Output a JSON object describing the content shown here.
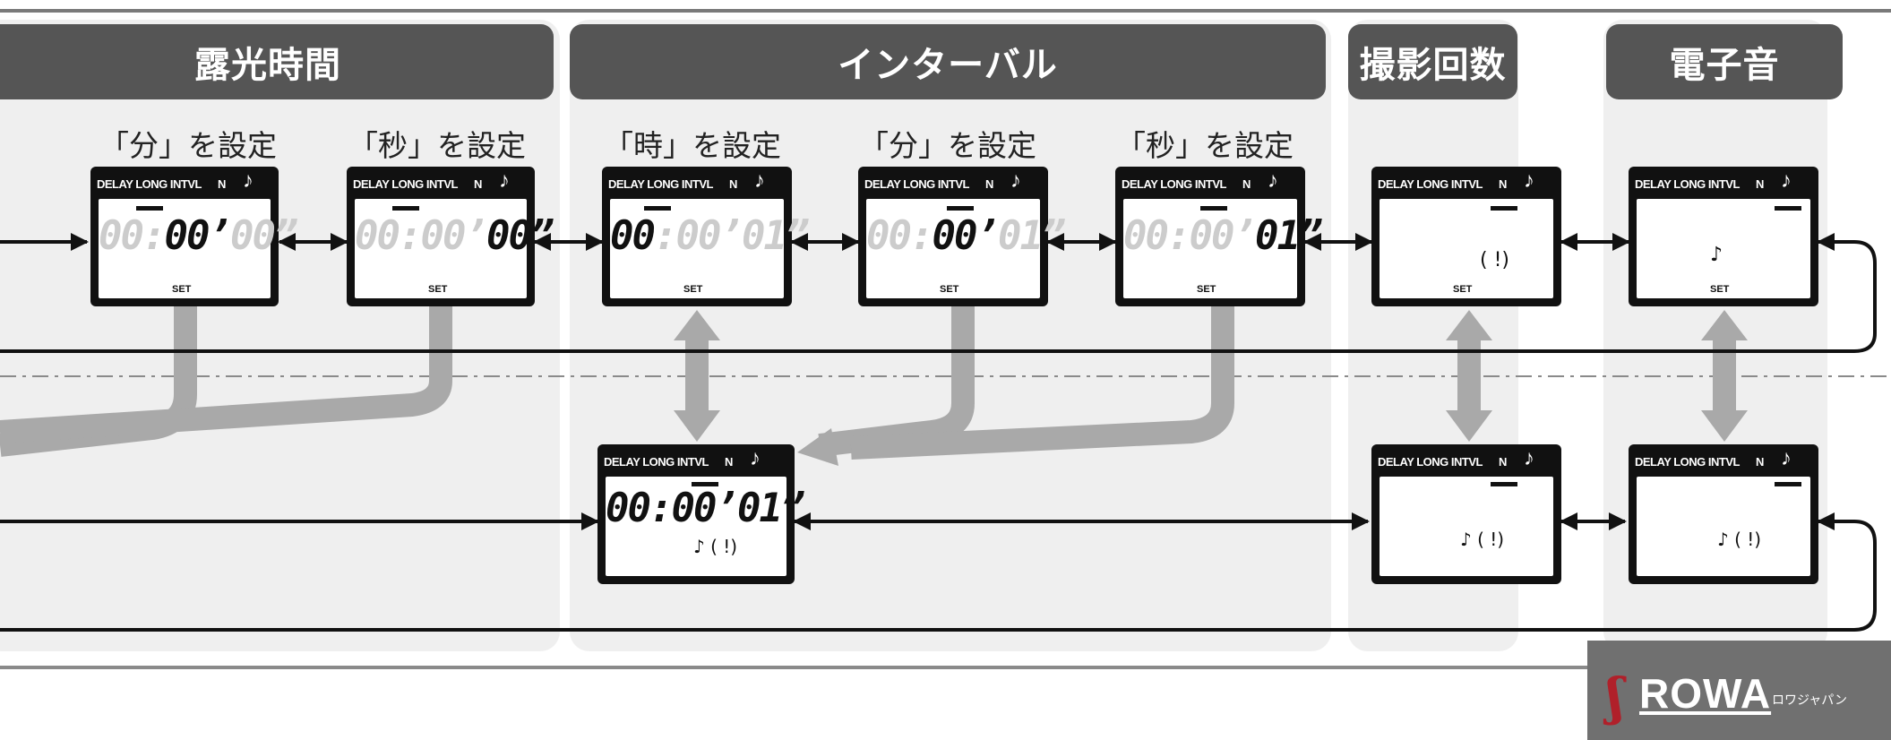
{
  "sections": {
    "exposure": {
      "title": "露光時間",
      "step_min": "「分」を設定",
      "step_sec": "「秒」を設定"
    },
    "interval": {
      "title": "インターバル",
      "step_hour": "「時」を設定",
      "step_min": "「分」を設定",
      "step_sec": "「秒」を設定"
    },
    "shots": {
      "title": "撮影回数"
    },
    "beep": {
      "title": "電子音"
    }
  },
  "lcd": {
    "status_bar": "DELAY LONG INTVL",
    "n_label": "N",
    "note_symbol": "♪",
    "set_label": "SET",
    "exp_min": {
      "d1": "00:",
      "d2": "00’",
      "d3": "00”"
    },
    "exp_sec": {
      "d1": "00:00’",
      "d2": "00”"
    },
    "int_hour": {
      "d1": "00",
      "d2": ":00’01”"
    },
    "int_min": {
      "d1": "00:",
      "d2": "00’",
      "d3": "01”"
    },
    "int_sec": {
      "d1": "00:00’",
      "d2": "01”"
    },
    "int_result": {
      "digits": "00:00’01”",
      "sub": "♪ (     !)"
    },
    "shots_set": {
      "sub": "(     !)"
    },
    "beep_set": {
      "sub": "♪"
    },
    "shots_result": {
      "sub": "♪ (     !)"
    },
    "beep_result": {
      "sub": "♪ (     !)"
    }
  },
  "logo": {
    "brand": "ROWA",
    "kana": "ロワジャパン"
  },
  "colors": {
    "panel": "#efefef",
    "header": "#555555",
    "arrow_gray": "#a9a9a9",
    "lcd_dim": "#cccccc"
  }
}
